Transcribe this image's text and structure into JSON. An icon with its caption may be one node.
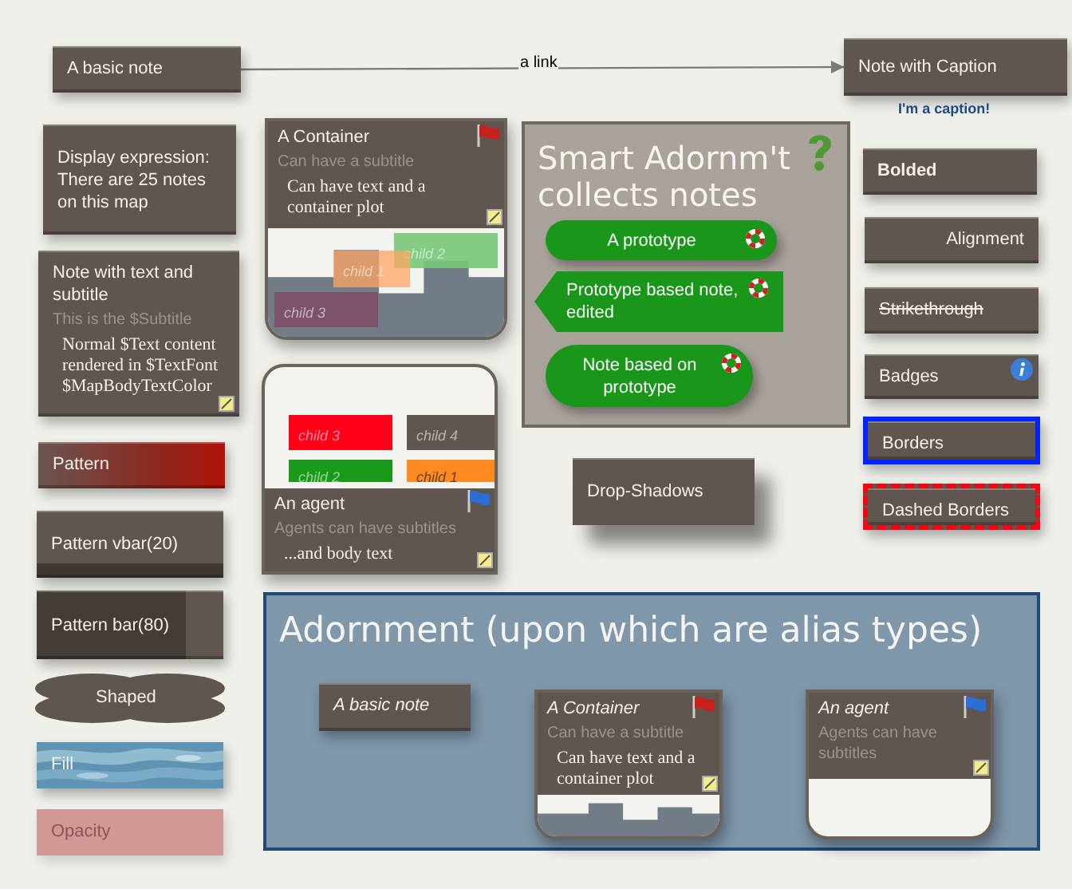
{
  "diagram": {
    "nodes": [
      {
        "text": [
          "A basic note"
        ]
      },
      {
        "text": [
          "Note with Caption"
        ],
        "beside": [
          "I'm a caption!"
        ]
      },
      {
        "text": [
          "Display expression: There are 25 notes on this map"
        ]
      },
      {
        "text": [
          "A Container",
          "Can have a subtitle",
          "Can have text and a container plot"
        ]
      },
      {
        "text": [
          "child 2"
        ],
        "in": 3
      },
      {
        "text": [
          "child 1"
        ],
        "in": 3
      },
      {
        "text": [
          "child 3"
        ],
        "in": 3
      },
      {
        "text": [
          "Smart Adornm't collects notes"
        ]
      },
      {
        "text": [
          "A prototype"
        ],
        "in": 7
      },
      {
        "text": [
          "Prototype based note, edited"
        ],
        "in": 7
      },
      {
        "text": [
          "Note based on prototype"
        ],
        "in": 7
      },
      {
        "text": [
          "Bolded"
        ]
      },
      {
        "text": [
          "Alignment"
        ]
      },
      {
        "text": [
          "Strikethrough"
        ]
      },
      {
        "text": [
          "Badges"
        ]
      },
      {
        "text": [
          "Note with text and subtitle",
          "This is the $Subtitle",
          "Normal $Text content rendered in $TextFont $MapBodyTextColor"
        ]
      },
      {
        "text": [
          "An agent",
          "Agents can have subtitles",
          "...and body text"
        ]
      },
      {
        "text": [
          "child 3"
        ],
        "in": 16
      },
      {
        "text": [
          "child 4"
        ],
        "in": 16
      },
      {
        "text": [
          "child 2"
        ],
        "in": 16
      },
      {
        "text": [
          "child 1"
        ],
        "in": 16
      },
      {
        "text": [
          "Borders"
        ]
      },
      {
        "text": [
          "Dashed Borders"
        ]
      },
      {
        "text": [
          "Drop-Shadows"
        ]
      },
      {
        "text": [
          "Pattern"
        ]
      },
      {
        "text": [
          "Pattern vbar(20)"
        ]
      },
      {
        "text": [
          "Pattern bar(80)"
        ]
      },
      {
        "text": [
          "Shaped"
        ]
      },
      {
        "text": [
          "Fill"
        ]
      },
      {
        "text": [
          "Opacity"
        ]
      },
      {
        "text": [
          "Adornment (upon which are alias types)"
        ]
      },
      {
        "text": [
          "A basic note"
        ],
        "in": 30
      },
      {
        "text": [
          "A Container",
          "Can have a subtitle",
          "Can have text and a container plot"
        ],
        "in": 30
      },
      {
        "text": [
          "An agent",
          "Agents can have subtitles"
        ],
        "in": 30
      }
    ],
    "edges": [
      {
        "from": 0,
        "to": 1,
        "arrow": "to",
        "label": "a link"
      }
    ]
  }
}
